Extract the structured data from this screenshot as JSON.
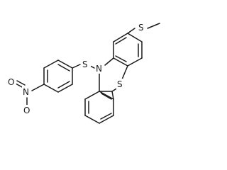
{
  "molecule": {
    "labels": {
      "ring_sulfur": "S",
      "ring_nitrogen": "N",
      "bridge_sulfur": "S",
      "methylthio_sulfur": "S",
      "nitro_nitrogen": "N",
      "nitro_oxygen_top": "O",
      "nitro_oxygen_bottom": "O"
    },
    "colors": {
      "bond": "#1a1a1a",
      "text": "#1a1a1a",
      "background": "#ffffff"
    }
  }
}
